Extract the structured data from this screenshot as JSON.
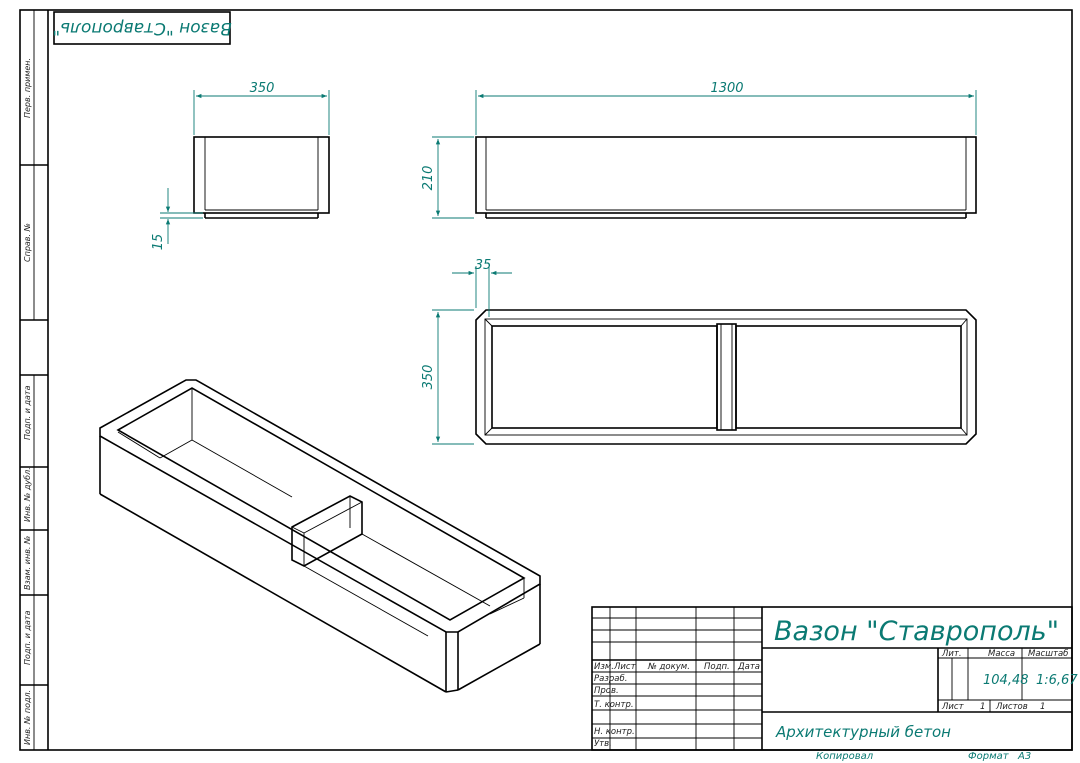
{
  "stamp": {
    "rotated_title": "Вазон \"Ставрополь\""
  },
  "side_labels": {
    "perv_primen": "Перв. примен.",
    "sprav_no": "Справ. №",
    "podp_data_1": "Подп. и дата",
    "inv_dubl": "Инв. № дубл.",
    "vzam_inv": "Взам. инв. №",
    "podp_data_2": "Подп. и дата",
    "inv_podl": "Инв. № подл."
  },
  "dimensions": {
    "front_width": "350",
    "side_length": "1300",
    "height": "210",
    "bottom_offset": "15",
    "top_width": "350",
    "wall": "35"
  },
  "title_block": {
    "name": "Вазон \"Ставрополь\"",
    "material": "Архитектурный бетон",
    "col_izm": "Изм.",
    "col_list": "Лист",
    "col_docum": "№ докум.",
    "col_podp": "Подп.",
    "col_data": "Дата",
    "row_razrab": "Разраб.",
    "row_prov": "Пров.",
    "row_tkontr": "Т. контр.",
    "row_nkontr": "Н. контр.",
    "row_utv": "Утв.",
    "lit_label": "Лит.",
    "massa_label": "Масса",
    "masshtab_label": "Масштаб",
    "massa_value": "104,48",
    "masshtab_value": "1:6,67",
    "list_label": "Лист",
    "list_value": "1",
    "listov_label": "Листов",
    "listov_value": "1",
    "kopiroval": "Копировал",
    "format_label": "Формат",
    "format_value": "A3"
  }
}
